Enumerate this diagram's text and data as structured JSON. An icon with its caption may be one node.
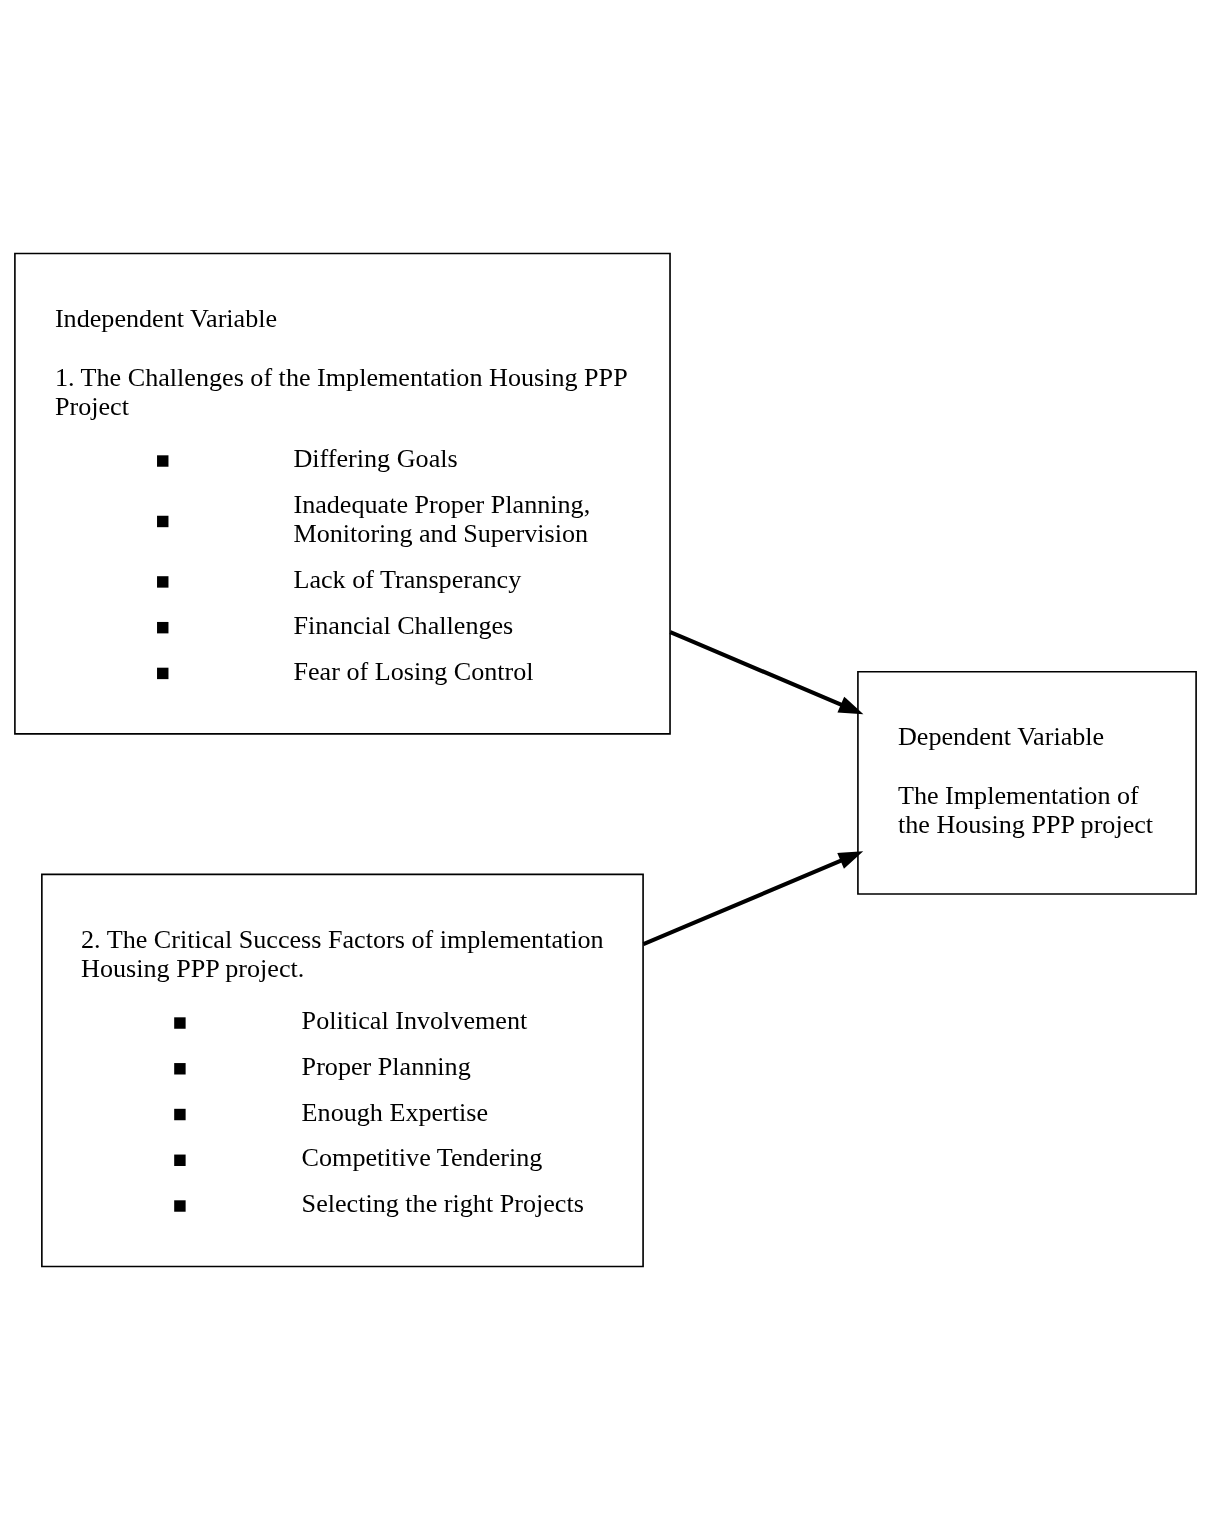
{
  "diagram": {
    "nodes": [
      {
        "text": [
          "Independent Variable",
          "1. The Challenges of the Implementation Housing PPP Project",
          "Differing Goals",
          "Inadequate Proper Planning, Monitoring and Supervision",
          "Lack of Transperancy",
          "Financial Challenges",
          "Fear of Losing Control"
        ]
      },
      {
        "text": [
          "2. The Critical Success Factors of implementation Housing PPP project.",
          "Political Involvement",
          "Proper Planning",
          "Enough Expertise",
          "Competitive Tendering",
          "Selecting the right Projects"
        ]
      },
      {
        "text": [
          "Dependent Variable",
          "The Implementation of the Housing PPP project"
        ]
      }
    ],
    "edges": [
      {
        "from": 0,
        "to": 2,
        "arrow": "to"
      },
      {
        "from": 1,
        "to": 2,
        "arrow": "to"
      }
    ]
  }
}
